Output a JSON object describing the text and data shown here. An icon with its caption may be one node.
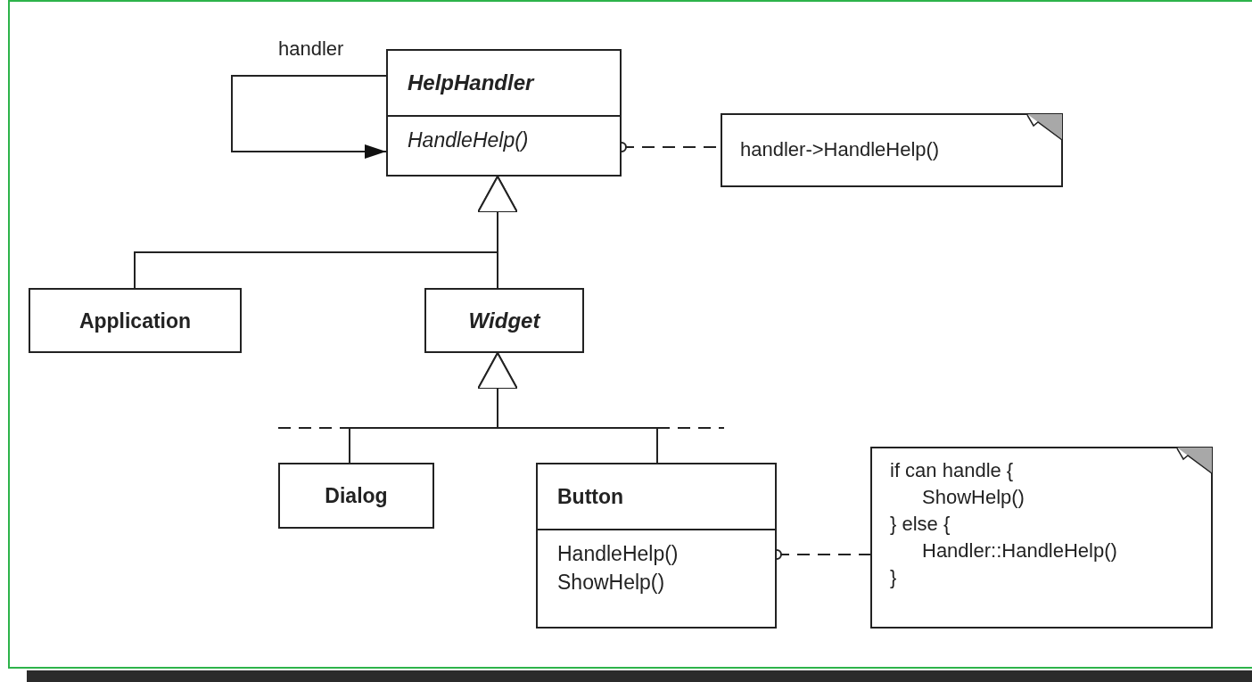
{
  "diagram": {
    "nodes": [
      {
        "text": [
          "HelpHandler",
          "HandleHelp()"
        ]
      },
      {
        "text": [
          "handler->HandleHelp()"
        ]
      },
      {
        "text": [
          "Application"
        ]
      },
      {
        "text": [
          "Widget"
        ]
      },
      {
        "text": [
          "Dialog"
        ]
      },
      {
        "text": [
          "Button",
          "HandleHelp()",
          "ShowHelp()"
        ]
      },
      {
        "text": [
          "if can handle {",
          "ShowHelp()",
          "} else {",
          "Handler::HandleHelp()",
          "}"
        ]
      }
    ],
    "edges": [
      {
        "from": 0,
        "to": 0,
        "arrow": "to",
        "label": "handler"
      },
      {
        "from": 0,
        "to": 1,
        "arrow": "other",
        "style": "dashed"
      },
      {
        "from": 2,
        "to": 0,
        "arrow": "to"
      },
      {
        "from": 3,
        "to": 0,
        "arrow": "to"
      },
      {
        "from": 4,
        "to": 3,
        "arrow": "to"
      },
      {
        "from": 5,
        "to": 3,
        "arrow": "to"
      },
      {
        "from": 5,
        "to": 6,
        "arrow": "other",
        "style": "dashed"
      }
    ]
  }
}
